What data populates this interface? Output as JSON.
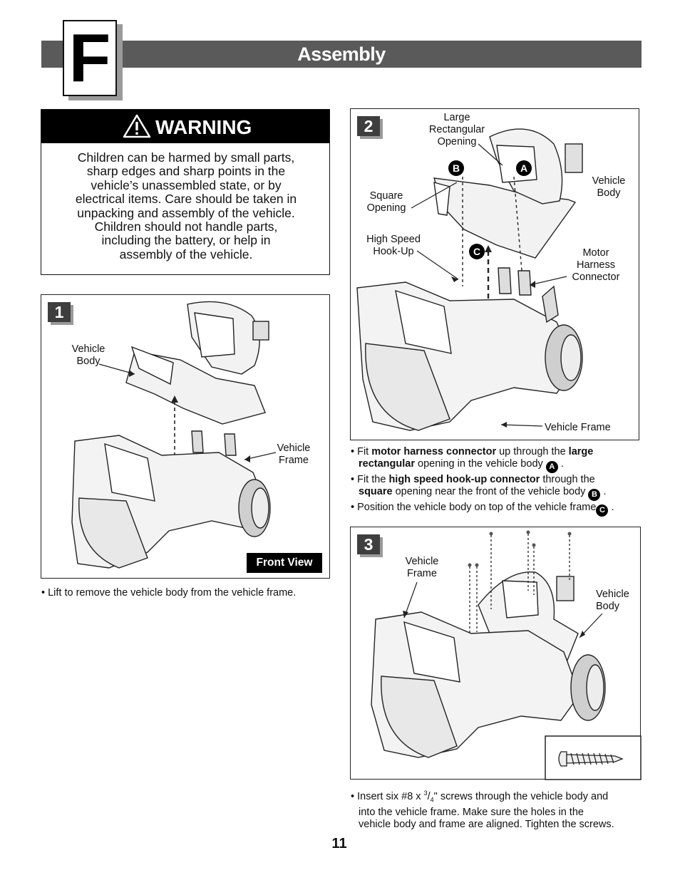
{
  "header": {
    "section_letter": "F",
    "title": "Assembly"
  },
  "warning": {
    "title": "WARNING",
    "icon": "warning-triangle-icon",
    "lines": [
      "Children can be harmed by small parts,",
      "sharp edges and sharp points in the",
      "vehicle’s unassembled state, or by",
      "electrical items. Care should be taken in",
      "unpacking and assembly of the vehicle.",
      "Children should not handle parts,",
      "including the battery, or help in",
      "assembly of the vehicle."
    ]
  },
  "step1": {
    "number": "1",
    "label_body": [
      "Vehicle",
      "Body"
    ],
    "label_frame": [
      "Vehicle",
      "Frame"
    ],
    "view_label": "Front View",
    "note": "• Lift to remove the vehicle body from the vehicle frame."
  },
  "step2": {
    "number": "2",
    "label_large_rect": [
      "Large",
      "Rectangular",
      "Opening"
    ],
    "label_body": [
      "Vehicle",
      "Body"
    ],
    "label_square": [
      "Square",
      "Opening"
    ],
    "label_highspeed": [
      "High Speed",
      "Hook-Up"
    ],
    "label_motor": [
      "Motor",
      "Harness",
      "Connector"
    ],
    "label_frame": "Vehicle Frame",
    "callouts": [
      "A",
      "B",
      "C"
    ],
    "notes": [
      {
        "pre": "• Fit ",
        "b1": "motor harness connector",
        "mid": " up through the ",
        "b2": "large",
        "line2_b": "rectangular",
        "line2": " opening in the vehicle body",
        "badge": "A",
        "end": "."
      },
      {
        "pre": "• Fit the ",
        "b1": "high speed hook-up connector",
        "mid": " through the",
        "line2_b": "square",
        "line2": " opening near the front of the vehicle body",
        "badge": "B",
        "end": "."
      },
      {
        "pre": "• Position the vehicle body on top of the vehicle frame",
        "badge": "C",
        "end": "."
      }
    ]
  },
  "step3": {
    "number": "3",
    "label_frame": [
      "Vehicle",
      "Frame"
    ],
    "label_body": [
      "Vehicle",
      "Body"
    ],
    "note_lines": {
      "l1_pre": "• Insert six #8 x ",
      "frac_num": "3",
      "frac_sep": "/",
      "frac_den": "4",
      "l1_post": "\" screws through the vehicle body and",
      "l2": "into the vehicle frame. Make sure the holes in the",
      "l3": "vehicle body and frame are aligned. Tighten the screws."
    }
  },
  "page_number": "11"
}
